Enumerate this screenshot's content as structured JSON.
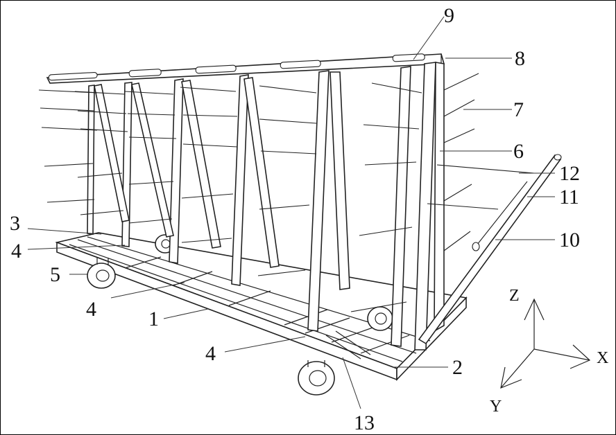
{
  "labels": {
    "l1": "1",
    "l2": "2",
    "l3": "3",
    "l4a": "4",
    "l4b": "4",
    "l4c": "4",
    "l5": "5",
    "l6": "6",
    "l7": "7",
    "l8": "8",
    "l9": "9",
    "l10": "10",
    "l11": "11",
    "l12": "12",
    "l13": "13"
  },
  "axes": {
    "z": "Z",
    "x": "X",
    "y": "Y"
  }
}
